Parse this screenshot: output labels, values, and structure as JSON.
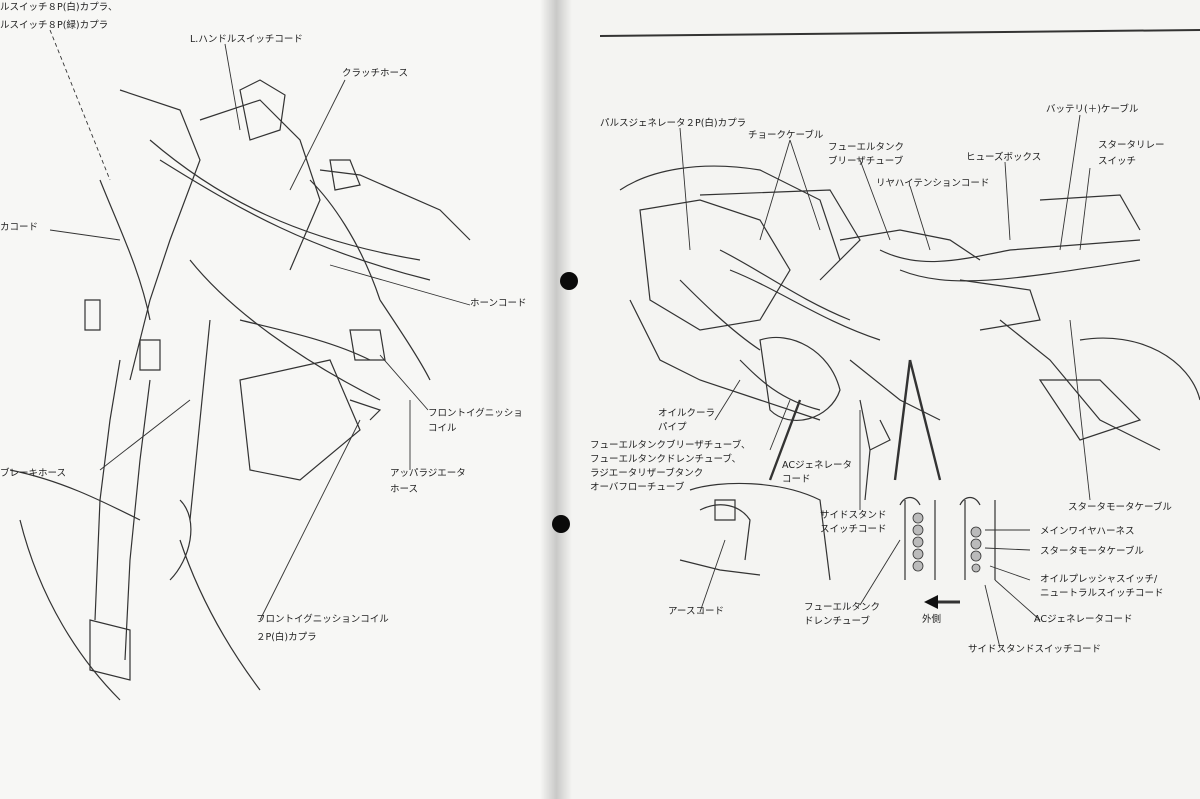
{
  "left": {
    "labels": {
      "pulse_coupler_white": "ルスイッチ８P(白)カプラ、",
      "pulse_coupler_green": "ルスイッチ８P(緑)カプラ",
      "l_handle_switch_cord": "L.ハンドルスイッチコード",
      "clutch_hose": "クラッチホース",
      "ka_cord": "カコード",
      "horn_cord": "ホーンコード",
      "front_ignition_coil": [
        "フロントイグニッショ",
        "コイル"
      ],
      "brake_hose": "ブレーキホース",
      "upper_radiator_hose": [
        "アッパラジエータ",
        "ホース"
      ],
      "front_ignition_coupler": [
        "フロントイグニッションコイル",
        "２P(白)カプラ"
      ]
    }
  },
  "right": {
    "labels": {
      "pulse_generator_coupler": "パルスジェネレータ２P(白)カプラ",
      "choke_cable": "チョークケーブル",
      "fuel_tank_breather": [
        "フューエルタンク",
        "ブリーザチューブ"
      ],
      "rear_high_tension_cord": "リヤハイテンションコード",
      "fuse_box": "ヒューズボックス",
      "battery_plus_cable": "バッテリ(＋)ケーブル",
      "starter_relay_switch": [
        "スタータリレー",
        "スイッチ"
      ],
      "oil_cooler_pipe": [
        "オイルクーラ",
        "パイプ"
      ],
      "tube_group": [
        "フューエルタンクブリーザチューブ、",
        "フューエルタンクドレンチューブ、",
        "ラジエータリザーブタンク",
        "オーバフローチューブ"
      ],
      "ac_generator_cord": [
        "ACジェネレータ",
        "コード"
      ],
      "starter_motor_cable": "スタータモータケーブル",
      "side_stand_switch_cord": [
        "サイドスタンド",
        "スイッチコード"
      ],
      "earth_cord": "アースコード",
      "fuel_tank_drain_tube": [
        "フューエルタンク",
        "ドレンチューブ"
      ],
      "outside": "外側",
      "main_wire_harness": "メインワイヤハーネス",
      "starter_motor_cable_2": "スタータモータケーブル",
      "oil_pressure_neutral": [
        "オイルプレッシャスイッチ/",
        "ニュートラルスイッチコード"
      ],
      "ac_generator_cord_2": "ACジェネレータコード",
      "side_stand_switch_cord_2": "サイドスタンドスイッチコード"
    }
  }
}
